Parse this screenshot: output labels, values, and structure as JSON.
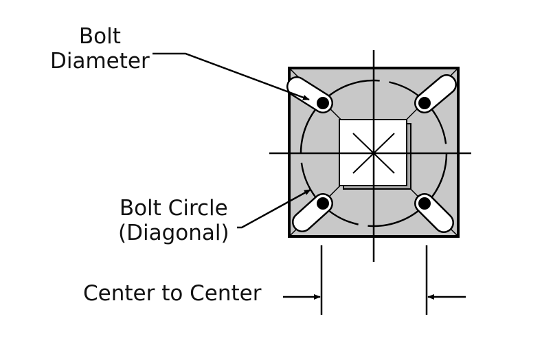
{
  "labels": {
    "bolt_diameter": [
      "Bolt",
      "Diameter"
    ],
    "bolt_circle": [
      "Bolt Circle",
      "(Diagonal)"
    ],
    "center_to_center": "Center to Center"
  },
  "colors": {
    "plate_fill": "#c8c8c8",
    "line": "#000000",
    "slot_fill": "#ffffff",
    "background": "#ffffff"
  }
}
